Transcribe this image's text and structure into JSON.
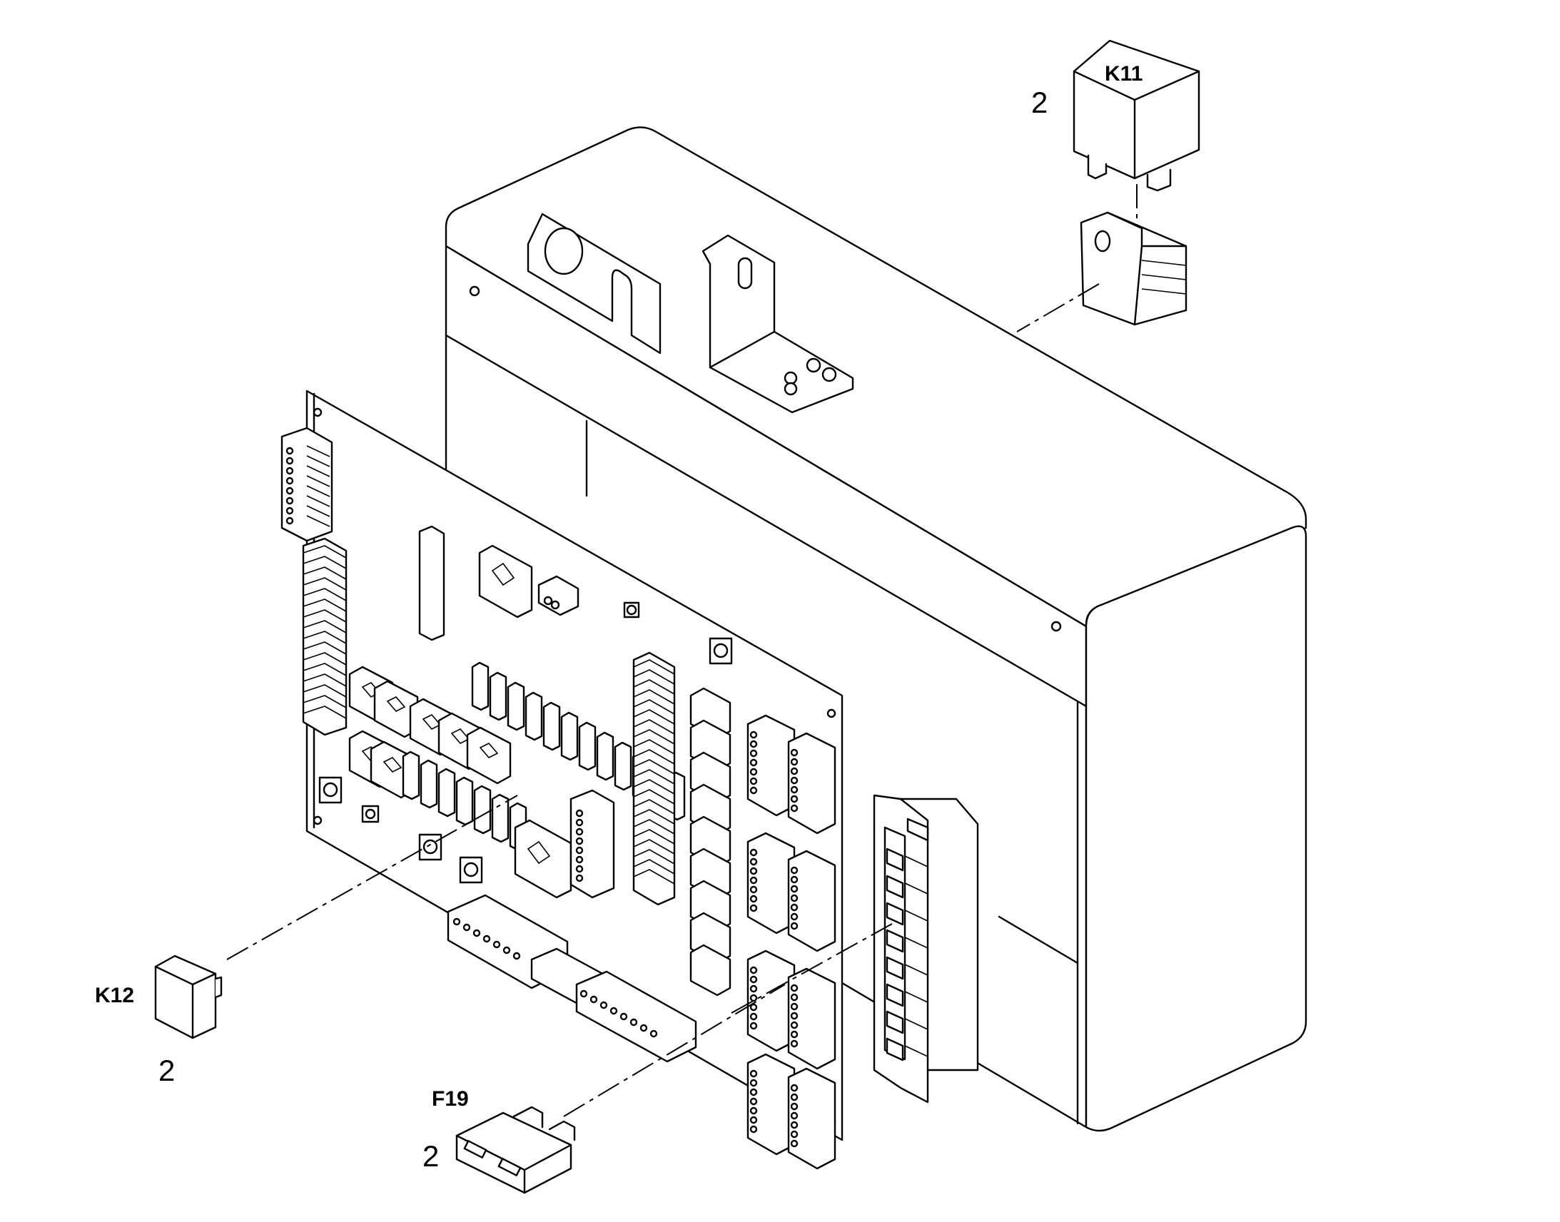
{
  "callouts": {
    "k11": {
      "label": "K11",
      "qty": "2"
    },
    "k12": {
      "label": "K12",
      "qty": "2"
    },
    "f19": {
      "label": "F19",
      "qty": "2"
    }
  }
}
